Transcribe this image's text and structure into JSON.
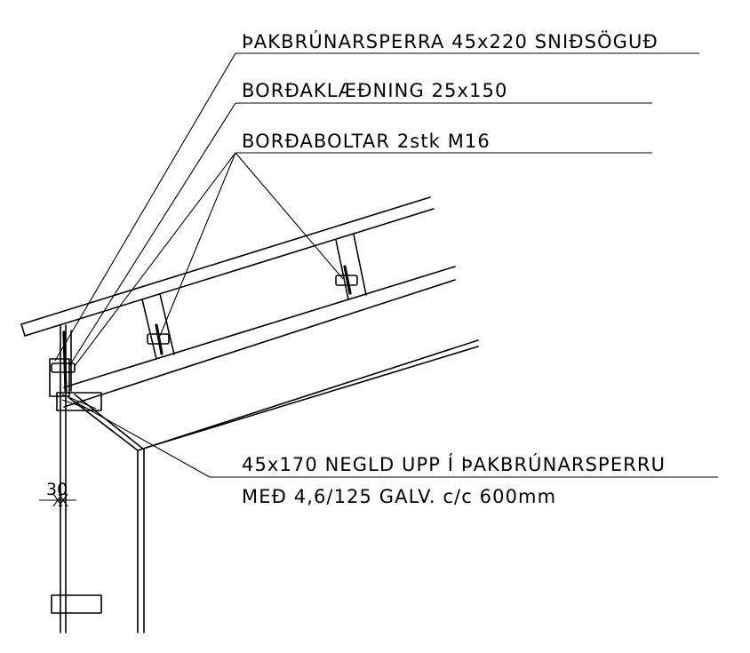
{
  "labels": {
    "rafter": "ÞAKBRÚNARSPERRA 45x220 SNIÐSÖGUÐ",
    "boarding": "BORÐAKLÆÐNING 25x150",
    "bolts": "BORÐABOLTAR 2stk M16",
    "joist_line1": "45x170 NEGLD UPP Í ÞAKBRÚNARSPERRU",
    "joist_line2": "MEÐ 4,6/125 GALV. c/c 600mm"
  },
  "dimension": {
    "value": "30"
  }
}
